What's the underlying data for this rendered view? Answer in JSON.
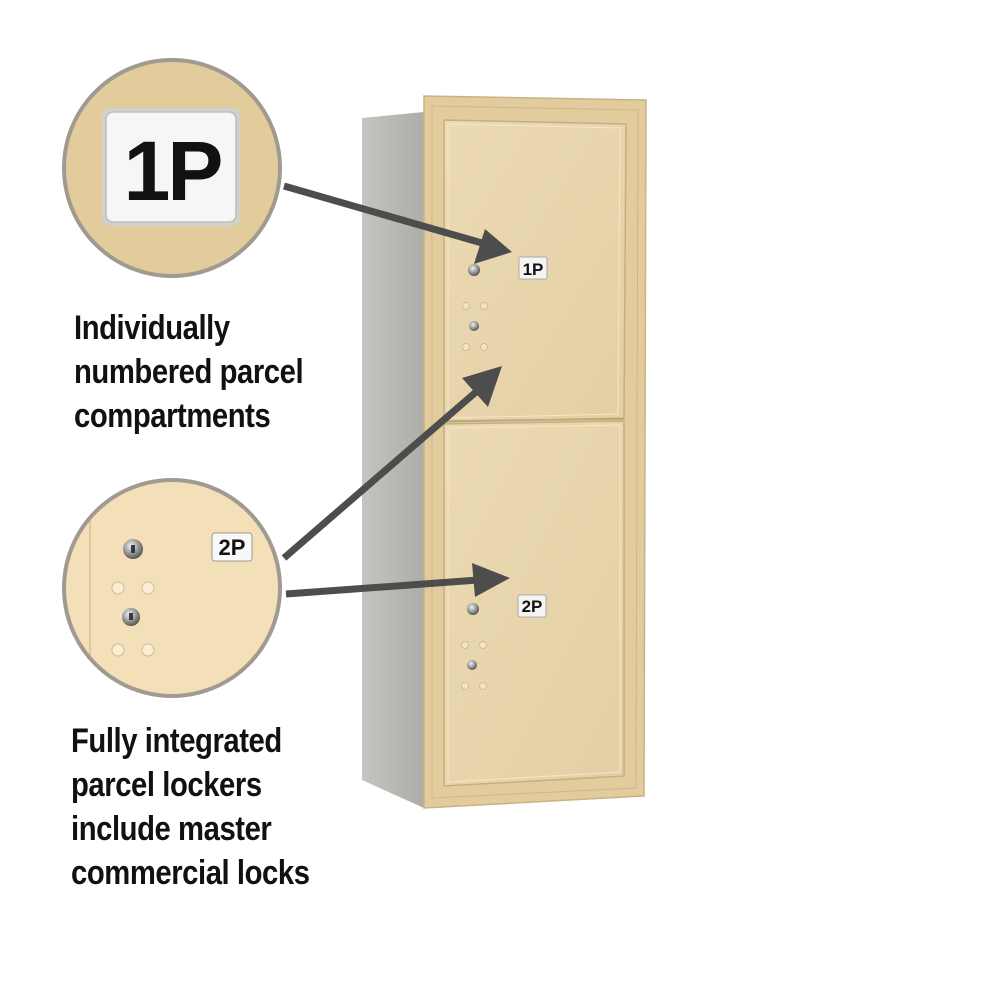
{
  "captions": {
    "numbered": [
      "Individually",
      "numbered parcel",
      "compartments"
    ],
    "lockers": [
      "Fully integrated",
      "parcel lockers",
      "include master",
      "commercial locks"
    ]
  },
  "labels": {
    "zoom_top": "1P",
    "zoom_bottom": "2P",
    "door_top": "1P",
    "door_bottom": "2P"
  },
  "colors": {
    "sand_finish": "#e8d5ac",
    "side_panel": "#b9b9b4",
    "arrow": "#4d4d4d",
    "callout_ring": "#a09a90"
  },
  "icons": {
    "locks": "keyhole-lock-icon",
    "arrows": "pointer-arrow-icon"
  }
}
